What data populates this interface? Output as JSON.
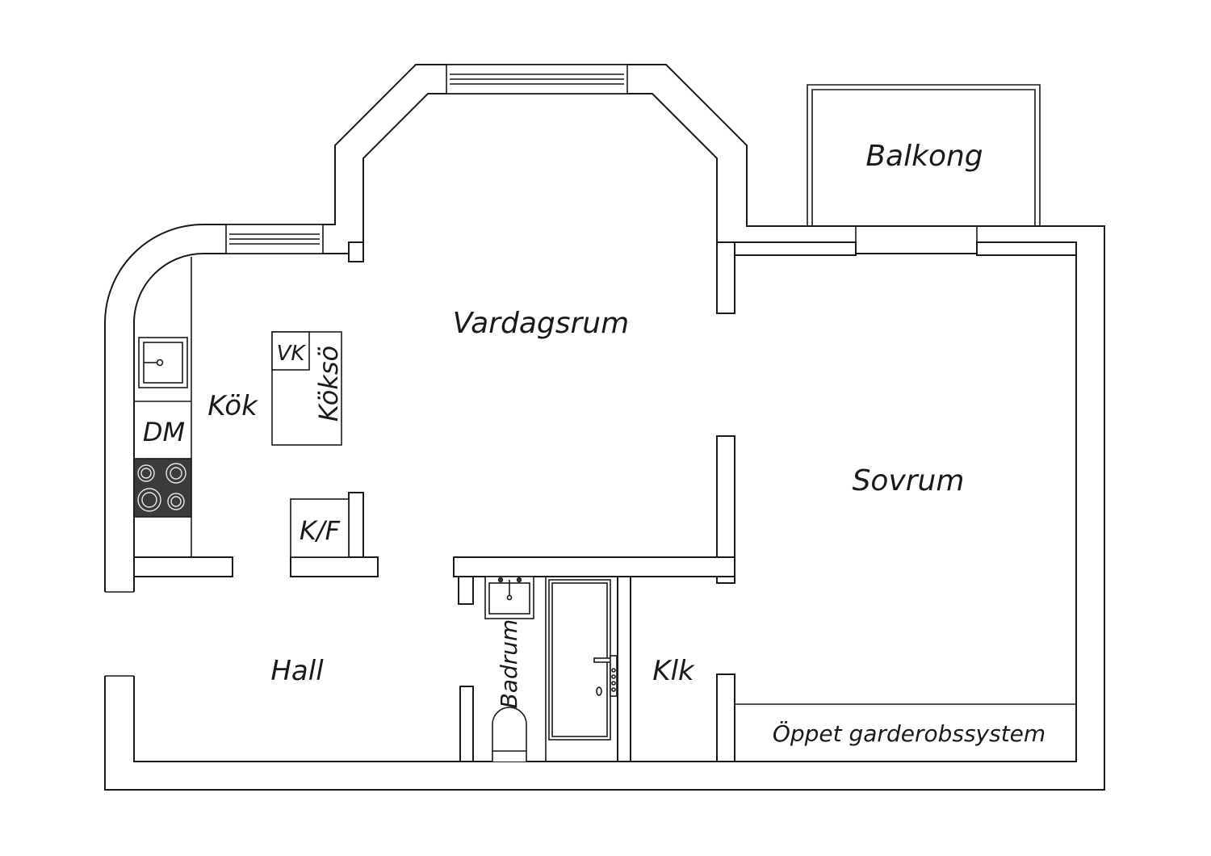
{
  "rooms": {
    "vardagsrum": "Vardagsrum",
    "balkong": "Balkong",
    "kok": "Kök",
    "dm": "DM",
    "vk": "VK",
    "kokso": "Köksö",
    "kf": "K/F",
    "sovrum": "Sovrum",
    "hall": "Hall",
    "badrum": "Badrum",
    "klk": "Klk",
    "garderob": "Öppet garderobssystem"
  },
  "colors": {
    "line": "#1a1a1a",
    "stove": "#3b3b3b",
    "background": "#ffffff"
  }
}
